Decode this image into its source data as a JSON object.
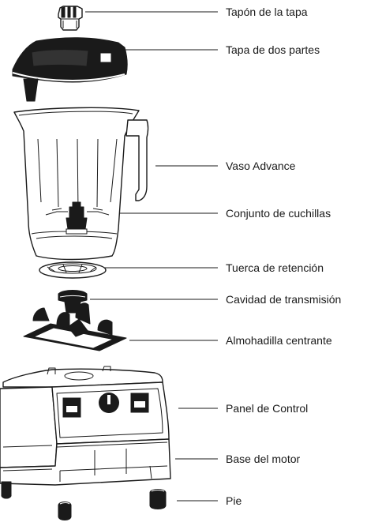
{
  "labels": {
    "lid_plug": "Tapón de la tapa",
    "two_part_lid": "Tapa de dos partes",
    "container": "Vaso Advance",
    "blade_assembly": "Conjunto de cuchillas",
    "retainer_nut": "Tuerca de retención",
    "drive_socket": "Cavidad de transmisión",
    "centering_pad": "Almohadilla centrante",
    "control_panel": "Panel de Control",
    "motor_base": "Base del motor",
    "foot": "Pie"
  }
}
